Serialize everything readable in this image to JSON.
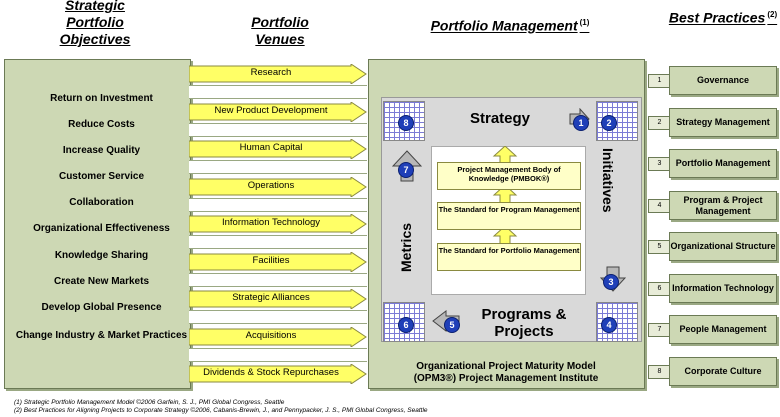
{
  "headers": {
    "objectives": "Strategic Portfolio Objectives",
    "venues": "Portfolio Venues",
    "management": "Portfolio Management",
    "management_ref": "(1)",
    "practices": "Best Practices",
    "practices_ref": "(2)"
  },
  "objectives": [
    "Return on Investment",
    "Reduce Costs",
    "Increase Quality",
    "Customer Service",
    "Collaboration",
    "Organizational Effectiveness",
    "Knowledge Sharing",
    "Create New Markets",
    "Develop Global Presence",
    "Change Industry & Market Practices"
  ],
  "venues": [
    "Research",
    "New Product Development",
    "Human Capital",
    "Operations",
    "Information Technology",
    "Facilities",
    "Strategic Alliances",
    "Acquisitions",
    "Dividends & Stock Repurchases"
  ],
  "management": {
    "strategy": "Strategy",
    "initiatives": "Initiatives",
    "metrics": "Metrics",
    "programs": "Programs & Projects",
    "standards": [
      "Project Management Body of Knowledge (PMBOK®)",
      "The Standard for Program Management",
      "The Standard for Portfolio Management"
    ],
    "badges": [
      "1",
      "2",
      "3",
      "4",
      "5",
      "6",
      "7",
      "8"
    ],
    "footer_line1": "Organizational Project Maturity Model",
    "footer_line2": "(OPM3®) Project Management Institute"
  },
  "practices": [
    {
      "num": "1",
      "label": "Governance"
    },
    {
      "num": "2",
      "label": "Strategy Management"
    },
    {
      "num": "3",
      "label": "Portfolio Management"
    },
    {
      "num": "4",
      "label": "Program & Project Management"
    },
    {
      "num": "5",
      "label": "Organizational Structure"
    },
    {
      "num": "6",
      "label": "Information Technology"
    },
    {
      "num": "7",
      "label": "People Management"
    },
    {
      "num": "8",
      "label": "Corporate Culture"
    }
  ],
  "footnotes": [
    "(1) Strategic Portfolio Management Model ©2006 Garfein, S. J., PMI Global Congress, Seattle",
    "(2) Best Practices for Aligning Projects to Corporate Strategy ©2006, Cabanis-Brewin, J., and Pennypacker, J. S., PMI Global Congress, Seattle"
  ],
  "colors": {
    "panel": "#cdd8b4",
    "arrow": "#ffff66",
    "badge": "#1f3fb8",
    "grid": "#7b7bd6"
  }
}
